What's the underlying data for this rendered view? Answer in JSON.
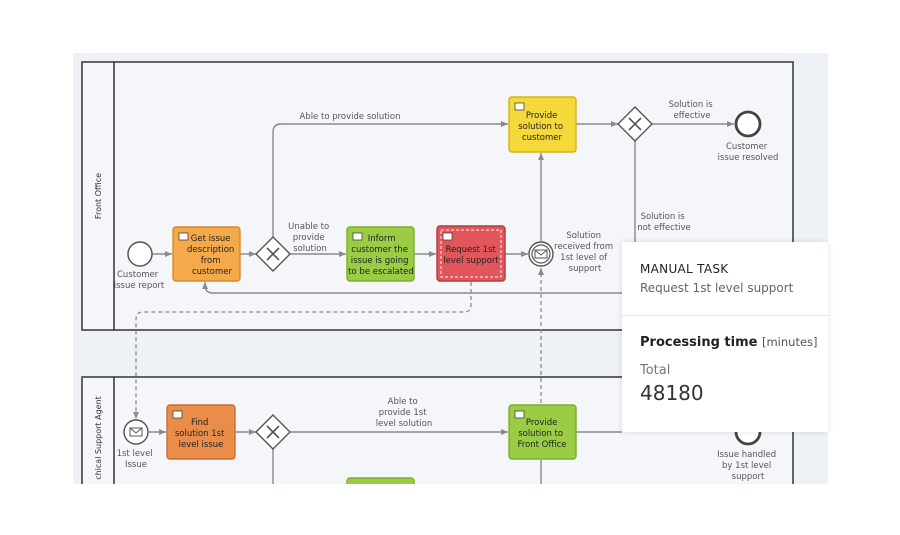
{
  "lanes": {
    "front_office": "Front Office",
    "support_agent": "chical Support Agent"
  },
  "tasks": {
    "get_issue": [
      "Get issue",
      "description",
      "from",
      "customer"
    ],
    "inform": [
      "Inform",
      "customer the",
      "issue is going",
      "to be escalated"
    ],
    "request": [
      "Request 1st",
      "level support"
    ],
    "provide_customer": [
      "Provide",
      "solution to",
      "customer"
    ],
    "find": [
      "Find",
      "solution 1st",
      "level issue"
    ],
    "provide_front": [
      "Provide",
      "solution to",
      "Front Office"
    ]
  },
  "events": {
    "customer_issue_report": [
      "Customer",
      "issue report"
    ],
    "customer_issue_resolved": [
      "Customer",
      "issue resolved"
    ],
    "solution_received": [
      "Solution",
      "received from",
      "1st level of",
      "support"
    ],
    "first_level_issue": [
      "1st level",
      "Issue"
    ],
    "issue_handled": [
      "Issue handled",
      "by 1st level",
      "support"
    ]
  },
  "flows": {
    "able_provide": "Able to  provide solution",
    "unable_provide": [
      "Unable to",
      "provide",
      "solution"
    ],
    "solution_effective": [
      "Solution is",
      "effective"
    ],
    "solution_not_effective": [
      "Solution is",
      "not effective"
    ],
    "able_provide_1st": [
      "Able to",
      "provide  1st",
      "level solution"
    ]
  },
  "colors": {
    "orange": "#f4a94a",
    "green": "#9acd45",
    "red": "#e0565b",
    "yellow": "#f5d83a",
    "orange_dark": "#ea8d4a"
  },
  "tooltip": {
    "kind": "MANUAL TASK",
    "name": "Request 1st level support",
    "processing_title": "Processing time",
    "processing_unit": "[minutes]",
    "total_label": "Total",
    "total_value": "48180"
  }
}
